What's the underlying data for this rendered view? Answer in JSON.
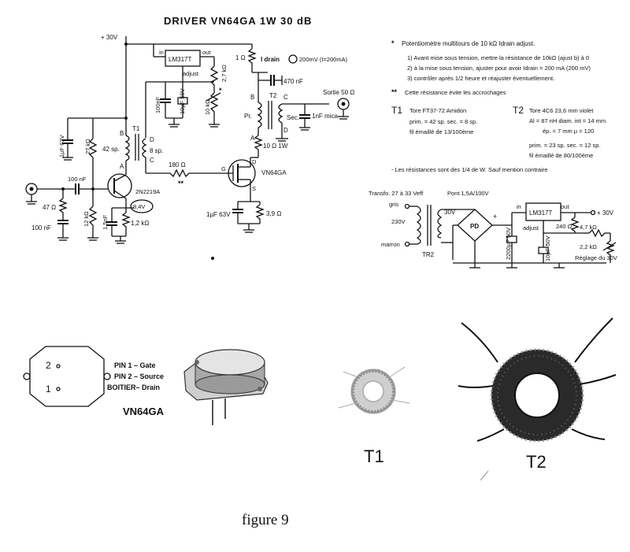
{
  "title": "DRIVER  VN64GA  1W  30 dB",
  "caption": "figure 9",
  "circuit": {
    "supply_label": "+ 30V",
    "regulator_label": "LM317T",
    "reg_in": "in",
    "reg_out": "out",
    "reg_adjust": "adjust",
    "res_2k7": "2,7 kΩ",
    "res_1ohm": "1 Ω",
    "idrain_meter": "I drain",
    "meter_spec": "200mV (I=200mA)",
    "cap_470nf": "470 nF",
    "cap_100nf_decoup": "100nF",
    "cap_10uf": "10µF  50V",
    "pot_10k": "10 kΩ",
    "star1": "*",
    "t2_label": "T2",
    "primary_label": "Pr.",
    "secondary_label": "Sec.",
    "cap_1nf_mica": "1nF mica",
    "output_label": "Sortie 50 Ω",
    "res_10ohm_1w": "10 Ω  1W",
    "fet_label": "VN64GA",
    "pin_g": "G",
    "pin_d": "D",
    "pin_s": "S",
    "res_180": "180 Ω",
    "star2": "**",
    "t1_label": "T1",
    "t1_prim": "42 sp.",
    "t1_sec": "8 sp.",
    "res_27k": "27 kΩ",
    "cap_1uf_63v": "1µF 63V",
    "cap_input_100nf": "100 nF",
    "transistor": "2N2219A",
    "volt_84": "8,4V",
    "res_47": "47 Ω",
    "cap_100nf_in": "100 nF",
    "res_12k": "12 kΩ",
    "cap_15nf": "1,5nF",
    "res_1k2": "1,2 kΩ",
    "cap_1uf_src": "1µF  63V",
    "res_39": "3,9 Ω",
    "letter_b": "B",
    "letter_a": "A",
    "letter_c": "C",
    "letter_d": "D"
  },
  "notes": {
    "star1": "*",
    "pot_note": "Potentiomètre multitours de 10 kΩ  Idrain adjust.",
    "step1": "1) Avant mise sous tension, mettre la résistance de 10kΩ (ajust b) à 0",
    "step2": "2) à la mise sous tension, ajuster pour avoir Idrain = 200 mA (200 mV)",
    "step3": "3) contrôler après 1/2 heure et réajuster éventuellement.",
    "star2": "**",
    "res_note": "Cette résistance évite les accrochages",
    "t1_title": "T1",
    "t1_line1": "Tore FT37-72 Amidon",
    "t1_line2": "prim. = 42 sp.     sec. = 8 sp.",
    "t1_line3": "fil émaillé de 13/100ème",
    "t2_title": "T2",
    "t2_line1": "Tore 4C6    23,6 mm violet",
    "t2_line2": "Al = 87 nH  diam. int = 14 mm",
    "t2_line3": "ép. = 7 mm    µ = 120",
    "t2_line4": "prim. = 23 sp.     sec. = 12 sp.",
    "t2_line5": "fil émaillé de 80/100ème",
    "resistor_note": "-   Les résistances sont des 1/4 de W. Sauf mention contraire"
  },
  "psu": {
    "transfo": "Transfo. 27 à 33 Veff",
    "bridge": "Pont 1,5A/100V",
    "gris": "gris",
    "v230": "230V",
    "marron": "marron",
    "v30": "30V",
    "tr2": "TR2",
    "pd": "PD",
    "plus": "+",
    "cap_2200": "2200µF 50V",
    "reg": "LM317T",
    "in": "in",
    "out": "out",
    "adjust": "adjust",
    "res_240": "240 Ω",
    "res_4k7": "4,7 kΩ",
    "res_2k2": "2,2 kΩ",
    "reglage": "Réglage du 30V",
    "cap_10uf": "10µF 50V",
    "out_label": "+ 30V"
  },
  "pinout": {
    "pin2_mark": "2",
    "pin1_mark": "1",
    "pin1": "PIN 1 – Gate",
    "pin2": "PIN 2 – Source",
    "boitier": "BOITIER– Drain",
    "part": "VN64GA"
  },
  "photos": {
    "t1": "T1",
    "t2": "T2"
  }
}
